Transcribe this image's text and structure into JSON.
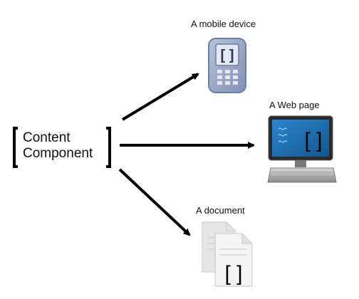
{
  "source": {
    "line1": "Content",
    "line2": "Component"
  },
  "targets": [
    {
      "label": "A mobile device",
      "icon": "mobile-device-icon"
    },
    {
      "label": "A Web page",
      "icon": "monitor-icon"
    },
    {
      "label": "A document",
      "icon": "document-icon"
    }
  ],
  "colors": {
    "arrow": "#000000",
    "phone_body": "#9aa8c6",
    "phone_screen": "#dde3f1",
    "monitor_screen": "#1d6fb2",
    "paper": "#ececec"
  }
}
